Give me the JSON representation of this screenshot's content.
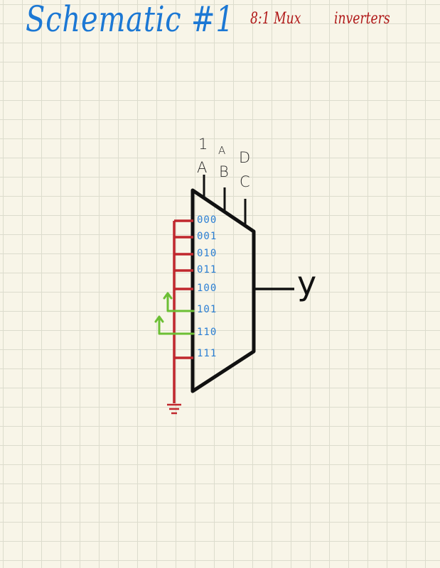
{
  "title": "Schematic #1",
  "notes": [
    "8:1 Mux",
    "inverters"
  ],
  "select_labels": [
    {
      "top": "1",
      "bottom": "A"
    },
    {
      "top": "A",
      "bottom": "B"
    },
    {
      "top": "D",
      "bottom": "C"
    }
  ],
  "input_codes": [
    "000",
    "001",
    "010",
    "011",
    "100",
    "101",
    "110",
    "111"
  ],
  "output_label": "y",
  "colors": {
    "title": "#1c78d4",
    "notes": "#b01818",
    "mux_outline": "#111111",
    "input_codes": "#2b7fd4",
    "ground_bus": "#c0272d",
    "inverters": "#6cbf34"
  },
  "symbols": [
    "ground-symbol",
    "inverter-arrow"
  ]
}
